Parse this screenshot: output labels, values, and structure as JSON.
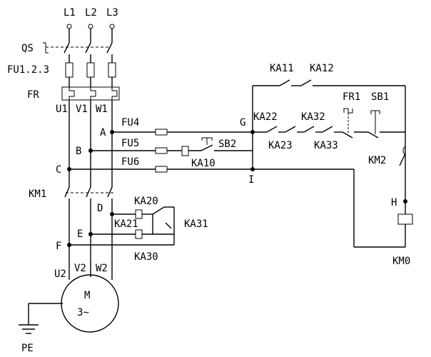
{
  "labels": {
    "L1": "L1",
    "L2": "L2",
    "L3": "L3",
    "QS": "QS",
    "FU123": "FU1.2.3",
    "FR": "FR",
    "U1": "U1",
    "V1": "V1",
    "W1": "W1",
    "A": "A",
    "B": "B",
    "C": "C",
    "D": "D",
    "E": "E",
    "F": "F",
    "G": "G",
    "H": "H",
    "I": "I",
    "FU4": "FU4",
    "FU5": "FU5",
    "FU6": "FU6",
    "SB2": "SB2",
    "KA10": "KA10",
    "KA11": "KA11",
    "KA12": "KA12",
    "KA22": "KA22",
    "KA32": "KA32",
    "KA23": "KA23",
    "KA33": "KA33",
    "FR1": "FR1",
    "SB1": "SB1",
    "KM2": "KM2",
    "KM1": "KM1",
    "KA20": "KA20",
    "KA21": "KA21",
    "KA31": "KA31",
    "KA30": "KA30",
    "KM0": "KM0",
    "U2": "U2",
    "V2": "V2",
    "W2": "W2",
    "M": "M",
    "motor_phase": "3~",
    "PE": "PE"
  }
}
